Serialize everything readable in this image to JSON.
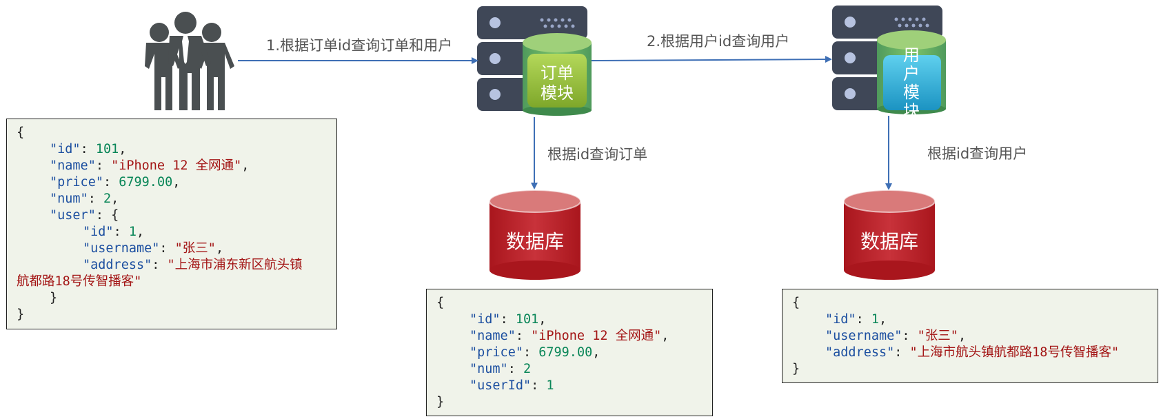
{
  "arrows": {
    "step1": "1.根据订单id查询订单和用户",
    "step2": "2.根据用户id查询用户",
    "order_query": "根据id查询订单",
    "user_query": "根据id查询用户"
  },
  "services": {
    "order_module": [
      "订单",
      "模块"
    ],
    "user_module": [
      "用",
      "户",
      "模",
      "块"
    ]
  },
  "databases": {
    "order_db": "数据库",
    "user_db": "数据库"
  },
  "colors": {
    "arrow": "#3e6fb5",
    "server": "#3f4757",
    "db_red": "#c0272d",
    "order_module": "#8fbf3a",
    "user_module": "#39b7d8"
  },
  "result_json": {
    "l1": "{",
    "id_key": "\"id\"",
    "id_val": "101",
    "name_key": "\"name\"",
    "name_val": "\"iPhone 12 全网通\"",
    "price_key": "\"price\"",
    "price_val": "6799.00",
    "num_key": "\"num\"",
    "num_val": "2",
    "user_key": "\"user\"",
    "uid_key": "\"id\"",
    "uid_val": "1",
    "uname_key": "\"username\"",
    "uname_val": "\"张三\"",
    "addr_key": "\"address\"",
    "addr_val_1": "\"上海市浦东新区航头镇",
    "addr_val_2": "航都路18号传智播客\"",
    "inner_close": "}",
    "close": "}"
  },
  "order_json": {
    "open": "{",
    "id_key": "\"id\"",
    "id_val": "101",
    "name_key": "\"name\"",
    "name_val": "\"iPhone 12 全网通\"",
    "price_key": "\"price\"",
    "price_val": "6799.00",
    "num_key": "\"num\"",
    "num_val": "2",
    "userid_key": "\"userId\"",
    "userid_val": "1",
    "close": "}"
  },
  "user_json": {
    "open": "{",
    "id_key": "\"id\"",
    "id_val": "1",
    "uname_key": "\"username\"",
    "uname_val": "\"张三\"",
    "addr_key": "\"address\"",
    "addr_val": "\"上海市航头镇航都路18号传智播客\"",
    "close": "}"
  }
}
